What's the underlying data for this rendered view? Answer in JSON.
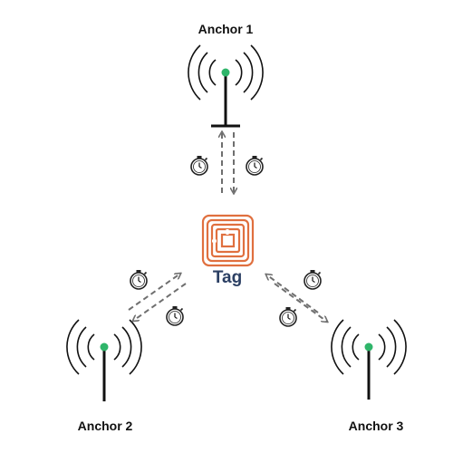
{
  "diagram": {
    "anchors": [
      {
        "id": "anchor-1",
        "label": "Anchor 1"
      },
      {
        "id": "anchor-2",
        "label": "Anchor 2"
      },
      {
        "id": "anchor-3",
        "label": "Anchor 3"
      }
    ],
    "tag": {
      "label": "Tag"
    },
    "colors": {
      "antenna": "#111111",
      "antenna_tip": "#2fb56a",
      "arrow": "#6f6f6f",
      "tag_icon": "#e0703f",
      "tag_label": "#2b3f63"
    },
    "icons": [
      "antenna-icon",
      "stopwatch-icon",
      "rfid-tag-icon"
    ]
  }
}
